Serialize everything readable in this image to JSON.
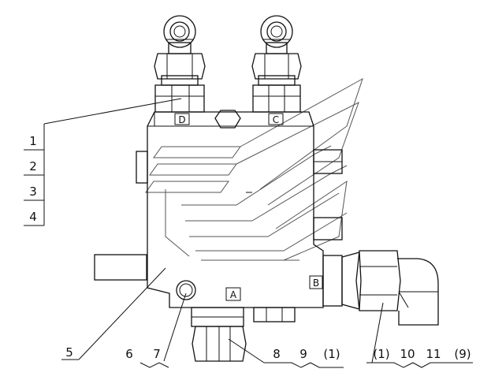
{
  "callouts": {
    "left_stack": [
      "1",
      "2",
      "3",
      "4"
    ],
    "c5": "5",
    "c6": "6",
    "c7": "7",
    "c8": "8",
    "c9": "9",
    "c1b": "(1)",
    "c1c": "(1)",
    "c10": "10",
    "c11": "11",
    "c9b": "(9)"
  },
  "port_letters": {
    "d": "D",
    "c": "C",
    "a": "A",
    "b": "B"
  }
}
